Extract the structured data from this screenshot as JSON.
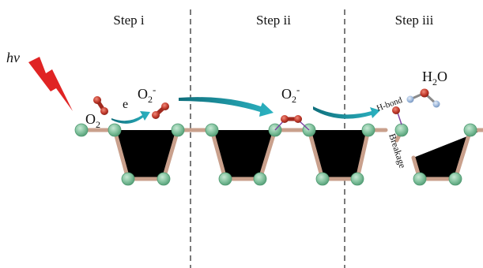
{
  "steps": {
    "step1": "Step i",
    "step2": "Step ii",
    "step3": "Step iii"
  },
  "labels": {
    "light": "hv",
    "electron": "e",
    "o2_base": "O",
    "o2_sub": "2",
    "superoxide_base": "O",
    "superoxide_sub": "2",
    "superoxide_sup": "-",
    "hbond": "H-bond",
    "breakage": "Breakage",
    "water_h": "H",
    "water_sub": "2",
    "water_o": "O"
  },
  "colors": {
    "lattice_bond": "#c9a08c",
    "lattice_atom": "#7fbf9a",
    "oxygen_atom": "#c0392b",
    "hydrogen_atom": "#9db8dc",
    "arrow_teal": "#1f9aa8",
    "lightning": "#e02424",
    "bond_purple": "#7b3fa0",
    "divider": "#222222"
  }
}
